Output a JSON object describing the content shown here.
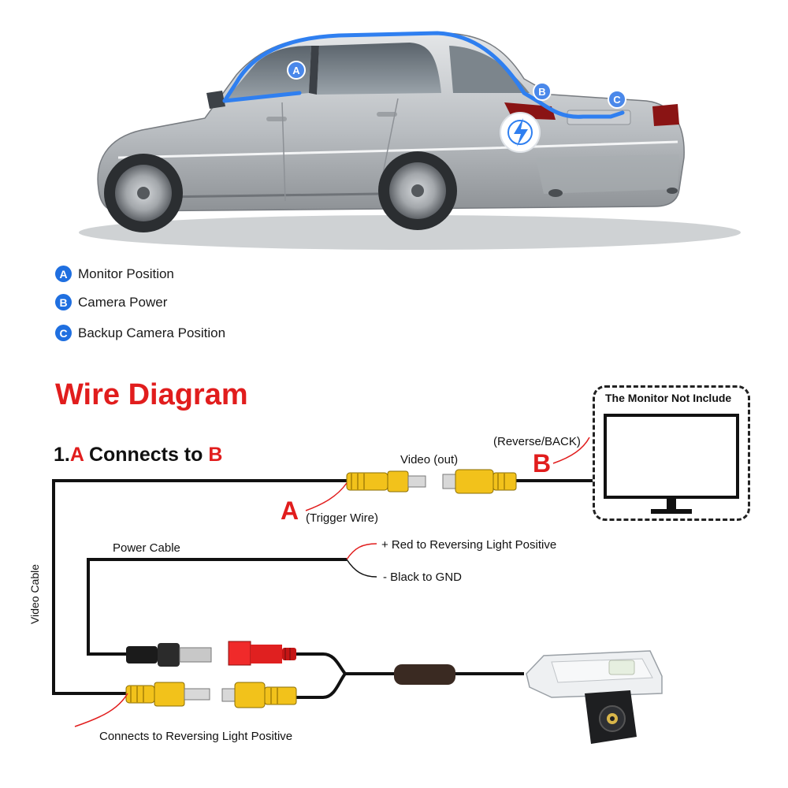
{
  "legend": [
    {
      "badge": "A",
      "label": "Monitor Position"
    },
    {
      "badge": "B",
      "label": "Camera Power"
    },
    {
      "badge": "C",
      "label": "Backup Camera Position"
    }
  ],
  "car": {
    "markers": [
      "A",
      "B",
      "C"
    ],
    "power_icon": "lightning-bolt-icon"
  },
  "diagram": {
    "title": "Wire Diagram",
    "step_prefix": "1.",
    "step_from": "A",
    "step_middle": " Connects to ",
    "step_to": "B",
    "monitor_title": "The Monitor Not Include",
    "reverse_label": "(Reverse/BACK)",
    "video_out_label": "Video (out)",
    "trigger_label": "(Trigger Wire)",
    "letter_a": "A",
    "letter_b": "B",
    "power_cable_label": "Power Cable",
    "red_label": "+ Red to Reversing Light Positive",
    "black_label": "- Black to GND",
    "video_cable_label": "Video Cable",
    "connects_label": "Connects to Reversing Light Positive"
  },
  "colors": {
    "accent_blue": "#1f6fe0",
    "accent_red": "#e11d1d",
    "rca_yellow": "#f2c21b",
    "plug_red": "#e02020"
  }
}
